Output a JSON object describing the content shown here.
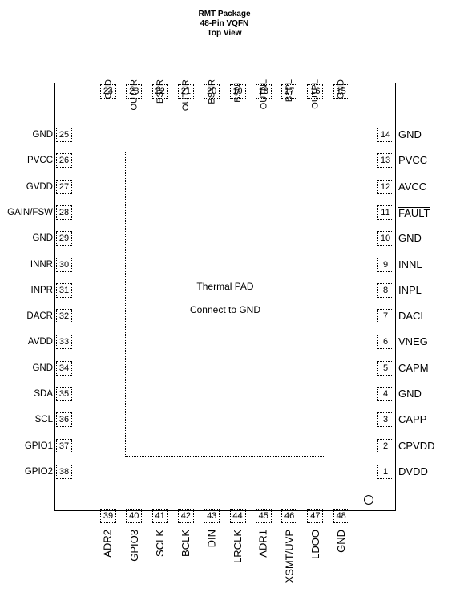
{
  "header": {
    "line1": "RMT Package",
    "line2": "48-Pin VQFN",
    "line3": "Top View"
  },
  "thermal_pad": {
    "title": "Thermal PAD",
    "note": "Connect to GND"
  },
  "pins_left": [
    {
      "num": "25",
      "name": "GND"
    },
    {
      "num": "26",
      "name": "PVCC"
    },
    {
      "num": "27",
      "name": "GVDD"
    },
    {
      "num": "28",
      "name": "GAIN/FSW"
    },
    {
      "num": "29",
      "name": "GND"
    },
    {
      "num": "30",
      "name": "INNR"
    },
    {
      "num": "31",
      "name": "INPR"
    },
    {
      "num": "32",
      "name": "DACR"
    },
    {
      "num": "33",
      "name": "AVDD"
    },
    {
      "num": "34",
      "name": "GND"
    },
    {
      "num": "35",
      "name": "SDA"
    },
    {
      "num": "36",
      "name": "SCL"
    },
    {
      "num": "37",
      "name": "GPIO1"
    },
    {
      "num": "38",
      "name": "GPIO2"
    }
  ],
  "pins_right": [
    {
      "num": "14",
      "name": "GND"
    },
    {
      "num": "13",
      "name": "PVCC"
    },
    {
      "num": "12",
      "name": "AVCC"
    },
    {
      "num": "11",
      "name": "FAULT"
    },
    {
      "num": "10",
      "name": "GND"
    },
    {
      "num": "9",
      "name": "INNL"
    },
    {
      "num": "8",
      "name": "INPL"
    },
    {
      "num": "7",
      "name": "DACL"
    },
    {
      "num": "6",
      "name": "VNEG"
    },
    {
      "num": "5",
      "name": "CAPM"
    },
    {
      "num": "4",
      "name": "GND"
    },
    {
      "num": "3",
      "name": "CAPP"
    },
    {
      "num": "2",
      "name": "CPVDD"
    },
    {
      "num": "1",
      "name": "DVDD"
    }
  ],
  "pins_top": [
    {
      "num": "24",
      "name": "GND"
    },
    {
      "num": "23",
      "name": "OUTPR"
    },
    {
      "num": "22",
      "name": "BSPR"
    },
    {
      "num": "21",
      "name": "OUTNR"
    },
    {
      "num": "20",
      "name": "BSNR"
    },
    {
      "num": "19",
      "name": "BSNL"
    },
    {
      "num": "18",
      "name": "OUTNL"
    },
    {
      "num": "17",
      "name": "BSPL"
    },
    {
      "num": "16",
      "name": "OUTPL"
    },
    {
      "num": "15",
      "name": "GND"
    }
  ],
  "pins_bottom": [
    {
      "num": "39",
      "name": "ADR2"
    },
    {
      "num": "40",
      "name": "GPIO3"
    },
    {
      "num": "41",
      "name": "SCLK"
    },
    {
      "num": "42",
      "name": "BCLK"
    },
    {
      "num": "43",
      "name": "DIN"
    },
    {
      "num": "44",
      "name": "LRCLK"
    },
    {
      "num": "45",
      "name": "ADR1"
    },
    {
      "num": "46",
      "name": "XSMT/UVP"
    },
    {
      "num": "47",
      "name": "LDOO"
    },
    {
      "num": "48",
      "name": "GND"
    }
  ]
}
